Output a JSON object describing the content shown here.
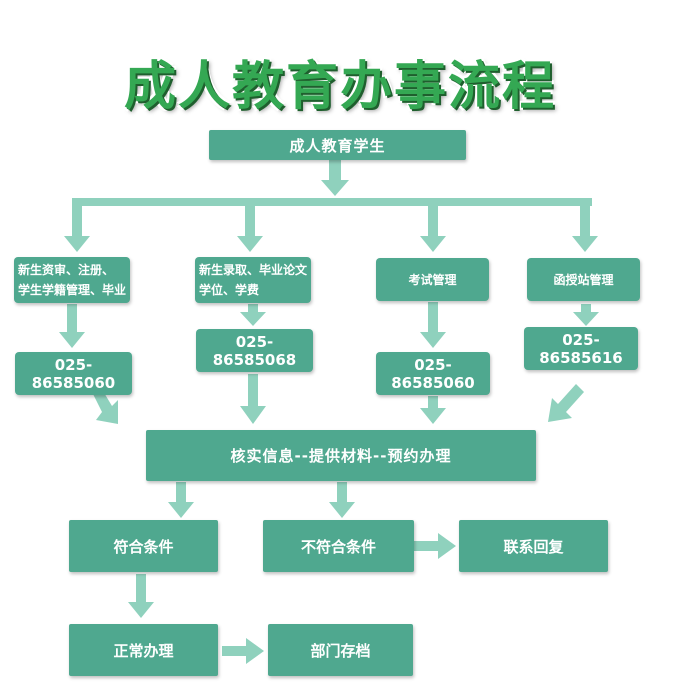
{
  "title": "成人教育办事流程",
  "start": "成人教育学生",
  "branches": [
    {
      "label_line1": "新生资审、注册、",
      "label_line2": "学生学籍管理、毕业",
      "phone": "025-86585060"
    },
    {
      "label_line1": "新生录取、毕业论文",
      "label_line2": "学位、学费",
      "phone": "025-86585068"
    },
    {
      "label_line1": "考试管理",
      "label_line2": "",
      "phone": "025-86585060"
    },
    {
      "label_line1": "函授站管理",
      "label_line2": "",
      "phone": "025-86585616"
    }
  ],
  "verify": "核实信息--提供材料--预约办理",
  "match": "符合条件",
  "no_match": "不符合条件",
  "reply": "联系回复",
  "normal": "正常办理",
  "archive": "部门存档",
  "colors": {
    "box": "#4fa88f",
    "arrow": "#8fd1bd",
    "title": "#34a853"
  }
}
